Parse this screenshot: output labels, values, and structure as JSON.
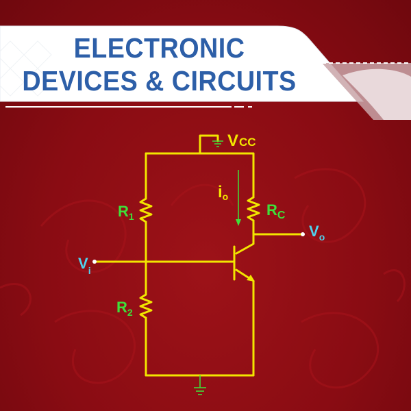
{
  "header": {
    "title_line1": "ELECTRONIC",
    "title_line2": "DEVICES & CIRCUITS"
  },
  "circuit": {
    "supply_label": "V",
    "supply_sub": "CC",
    "r1_label": "R",
    "r1_sub": "1",
    "r2_label": "R",
    "r2_sub": "2",
    "rc_label": "R",
    "rc_sub": "C",
    "current_label": "i",
    "current_sub": "o",
    "input_label": "V",
    "input_sub": "i",
    "output_label": "V",
    "output_sub": "o"
  },
  "colors": {
    "background": "#8e0d14",
    "banner": "#ffffff",
    "title": "#2d5fa8",
    "wire": "#f2e600",
    "resistor_label": "#3ee03a",
    "terminal_label": "#4fd2ee",
    "ground": "#3ee03a"
  },
  "icons": [
    "ground-symbol-icon",
    "npn-transistor-icon",
    "resistor-icon",
    "current-arrow-icon"
  ]
}
